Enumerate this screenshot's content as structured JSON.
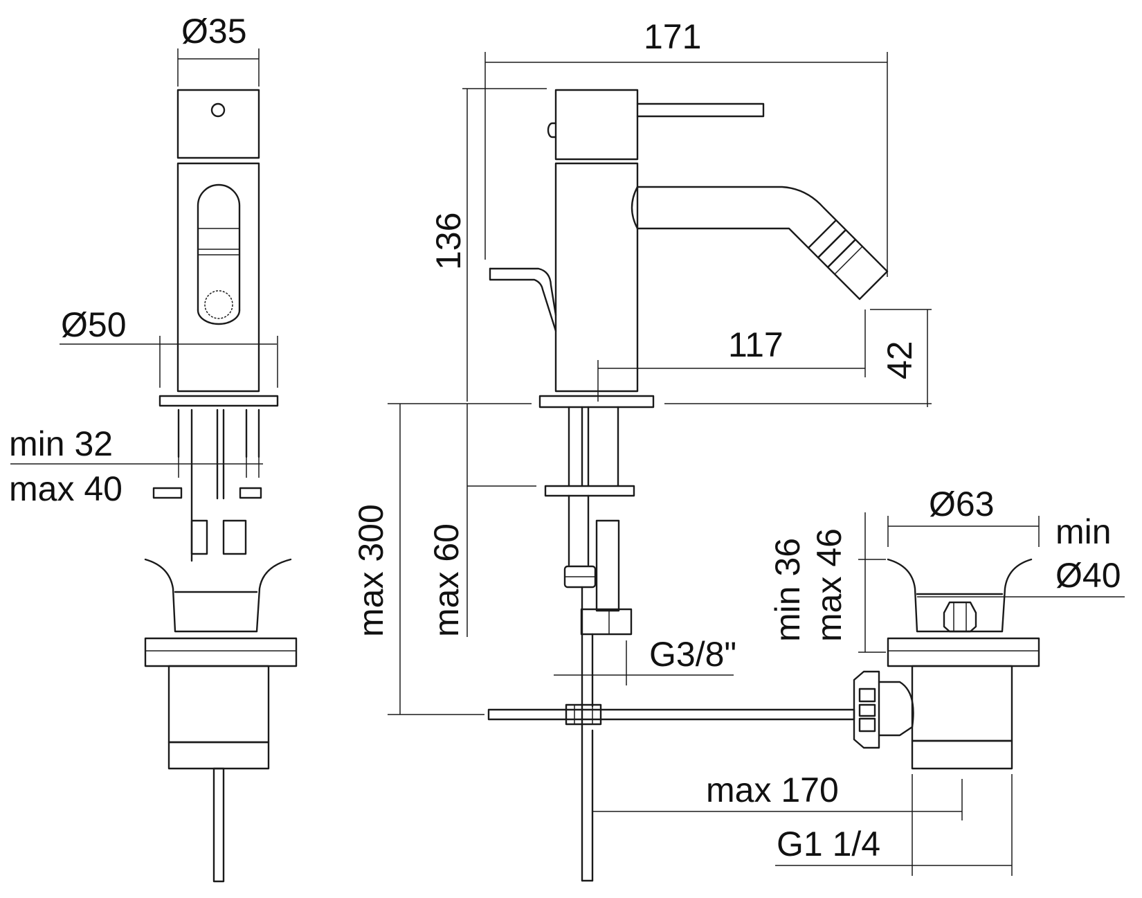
{
  "dimensions": {
    "d35": "Ø35",
    "d50": "Ø50",
    "min32": "min 32",
    "max40": "max 40",
    "w171": "171",
    "h136": "136",
    "l117": "117",
    "h42": "42",
    "max300": "max 300",
    "max60": "max 60",
    "g38": "G3/8\"",
    "d63": "Ø63",
    "min36": "min 36",
    "max46": "max 46",
    "min_label": "min",
    "d40": "Ø40",
    "max170": "max 170",
    "g114": "G1 1/4"
  },
  "colors": {
    "line": "#1a1a1a",
    "background": "#ffffff"
  }
}
